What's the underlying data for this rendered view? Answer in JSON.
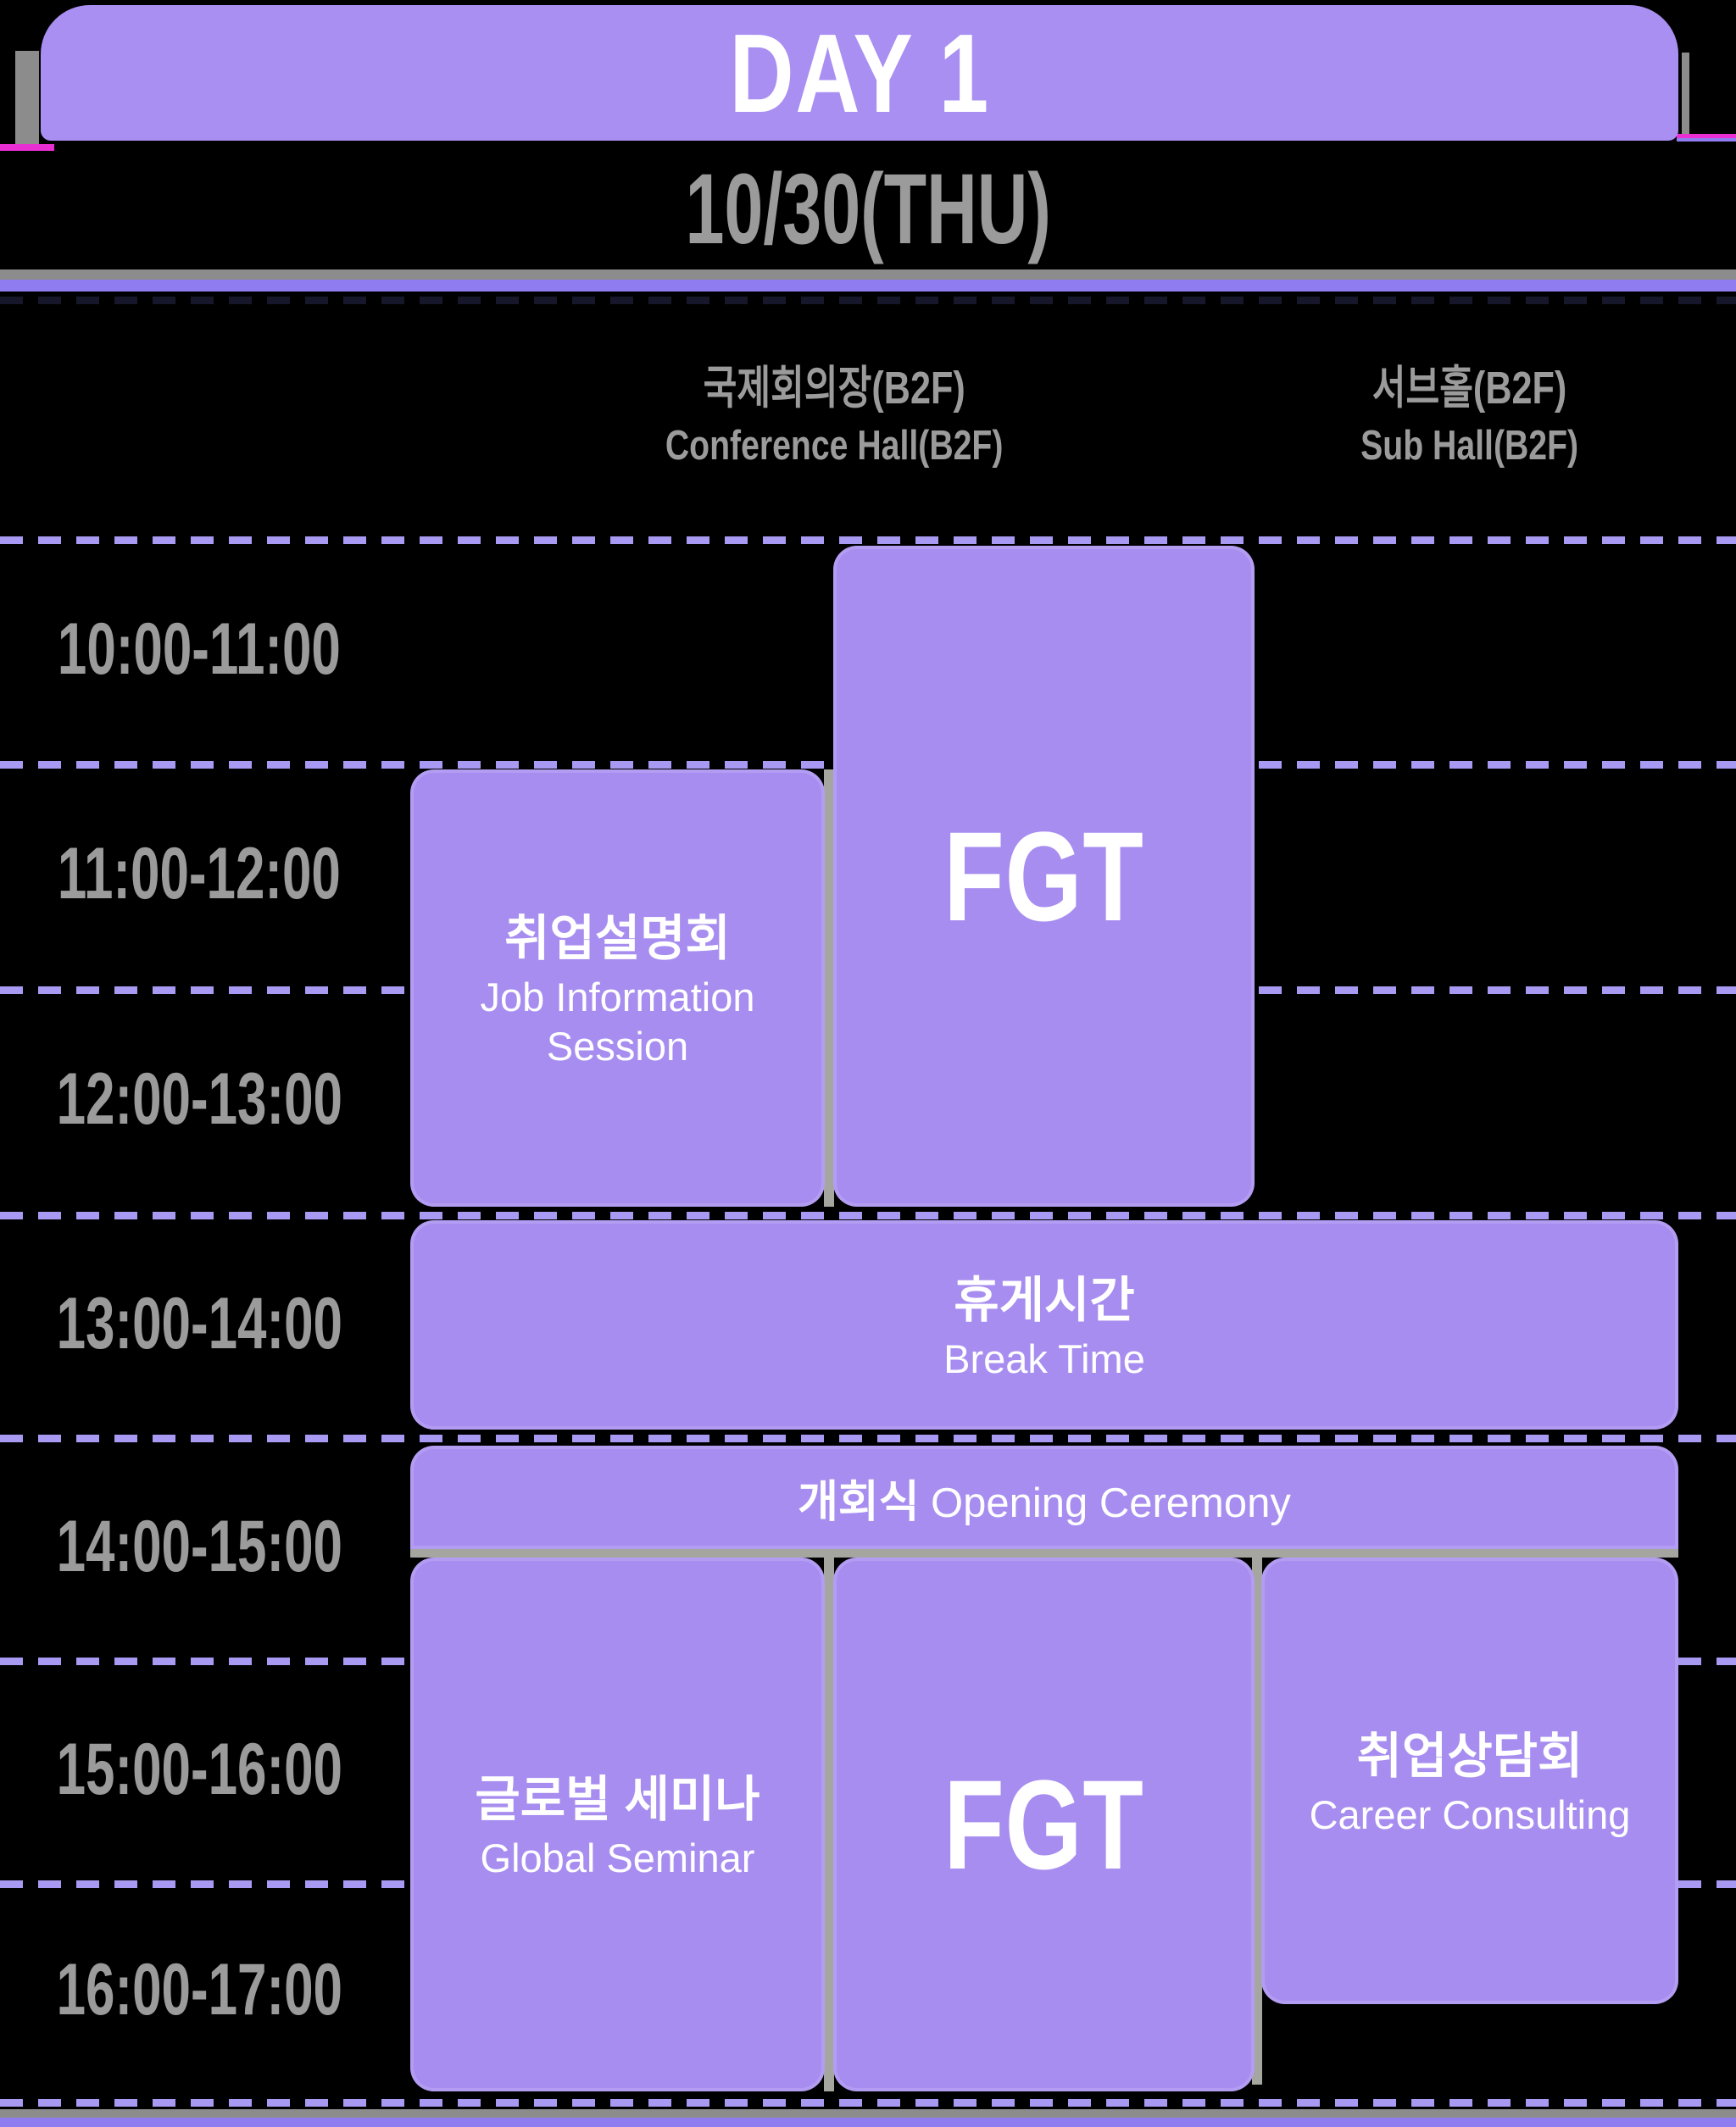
{
  "title": "DAY 1",
  "date": "10/30(THU)",
  "venues": {
    "conference": {
      "ko": "국제회의장(B2F)",
      "en": "Conference Hall(B2F)"
    },
    "sub": {
      "ko": "서브홀(B2F)",
      "en": "Sub Hall(B2F)"
    }
  },
  "times": [
    "10:00-11:00",
    "11:00-12:00",
    "12:00-13:00",
    "13:00-14:00",
    "14:00-15:00",
    "15:00-16:00",
    "16:00-17:00"
  ],
  "events": {
    "fgt_morning": {
      "en": "FGT"
    },
    "job_info": {
      "ko": "취업설명회",
      "en": "Job Information Session"
    },
    "break": {
      "ko": "휴게시간",
      "en": "Break Time"
    },
    "opening": {
      "ko": "개회식",
      "en": "Opening Ceremony"
    },
    "global_seminar": {
      "ko": "글로벌 세미나",
      "en": "Global Seminar"
    },
    "fgt_afternoon": {
      "en": "FGT"
    },
    "career": {
      "ko": "취업상담회",
      "en": "Career Consulting"
    }
  },
  "colors": {
    "background": "#000000",
    "header_purple": "#a98ff2",
    "block_purple": "#a78df0",
    "divider_purple": "#8f7cf0",
    "dash_purple": "#a89af2",
    "grid_gray": "#a6a6a0",
    "text_gray": "#9b9b9b",
    "edge_pink": "#e92fd2"
  }
}
